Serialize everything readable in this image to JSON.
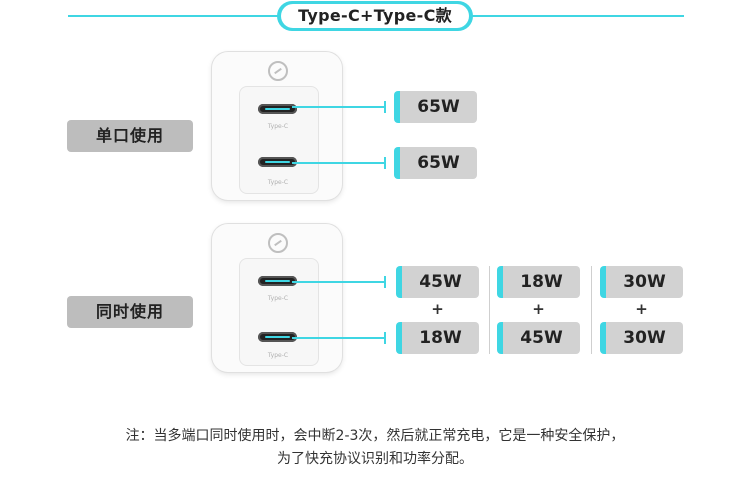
{
  "header": {
    "title": "Type-C+Type-C款"
  },
  "modes": {
    "single": {
      "label": "单口使用",
      "ports": [
        "65W",
        "65W"
      ]
    },
    "simultaneous": {
      "label": "同时使用",
      "combos": [
        {
          "top": "45W",
          "bottom": "18W"
        },
        {
          "top": "18W",
          "bottom": "45W"
        },
        {
          "top": "30W",
          "bottom": "30W"
        }
      ]
    }
  },
  "plus_sign": "+",
  "port_label": "Type-C",
  "note": {
    "line1": "注：当多端口同时使用时，会中断2-3次，然后就正常充电，它是一种安全保护，",
    "line2": "为了快充协议识别和功率分配。"
  },
  "colors": {
    "accent": "#3fd6e3",
    "pill": "#d2d2d2",
    "label_bg": "#bdbdbd"
  }
}
